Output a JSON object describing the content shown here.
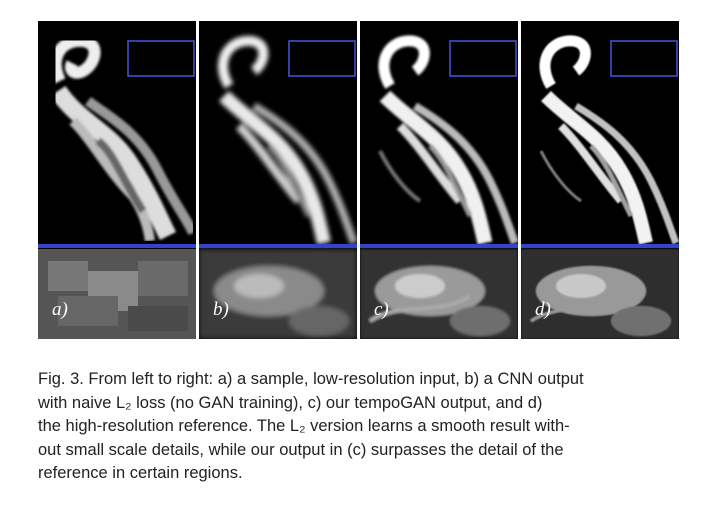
{
  "panels": [
    {
      "label": "a)",
      "style": "low-res"
    },
    {
      "label": "b)",
      "style": "smooth"
    },
    {
      "label": "c)",
      "style": "sharp"
    },
    {
      "label": "d)",
      "style": "reference"
    }
  ],
  "caption_lines": [
    "Fig. 3.  From left to right: a) a sample, low-resolution input, b) a CNN output",
    "with naive L₂ loss (no GAN training), c) our tempoGAN output, and d)",
    "the high-resolution reference. The L₂ version learns a smooth result with-",
    "out small scale details, while our output in (c) surpasses the detail of the",
    "reference in certain regions."
  ],
  "colors": {
    "highlight_box": "#4455dd",
    "zoom_line": "#3344cc"
  }
}
